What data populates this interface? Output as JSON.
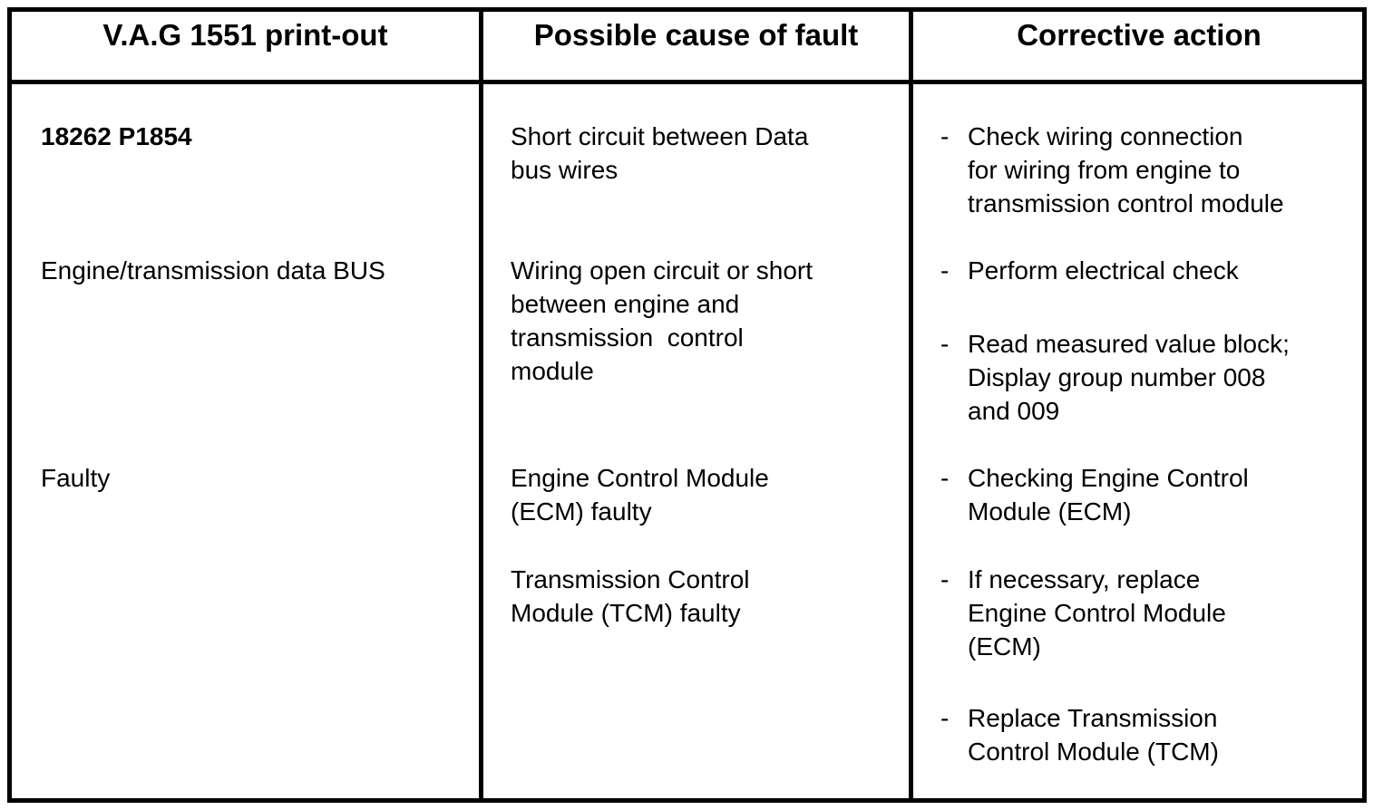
{
  "header": {
    "col1": "V.A.G 1551 print-out",
    "col2": "Possible cause of fault",
    "col3": "Corrective action"
  },
  "printout": {
    "code": "18262 P1854",
    "bus": "Engine/transmission data BUS",
    "faulty": "Faulty"
  },
  "causes": [
    {
      "text": "Short circuit between Data\nbus wires"
    },
    {
      "text": "Wiring open circuit or short\nbetween engine and\ntransmission  control\nmodule"
    },
    {
      "text": "Engine Control Module\n(ECM) faulty"
    },
    {
      "text": "Transmission Control\nModule (TCM) faulty"
    }
  ],
  "actions": {
    "bullet": "-",
    "items": [
      {
        "text": "Check wiring connection\nfor wiring from engine to\ntransmission control module"
      },
      {
        "text": "Perform electrical check"
      },
      {
        "text": "Read measured value block;\nDisplay group number 008\nand 009"
      },
      {
        "text": "Checking Engine Control\nModule (ECM)"
      },
      {
        "text": "If necessary, replace\nEngine Control Module\n(ECM)"
      },
      {
        "text": "Replace Transmission\nControl Module (TCM)"
      }
    ]
  }
}
